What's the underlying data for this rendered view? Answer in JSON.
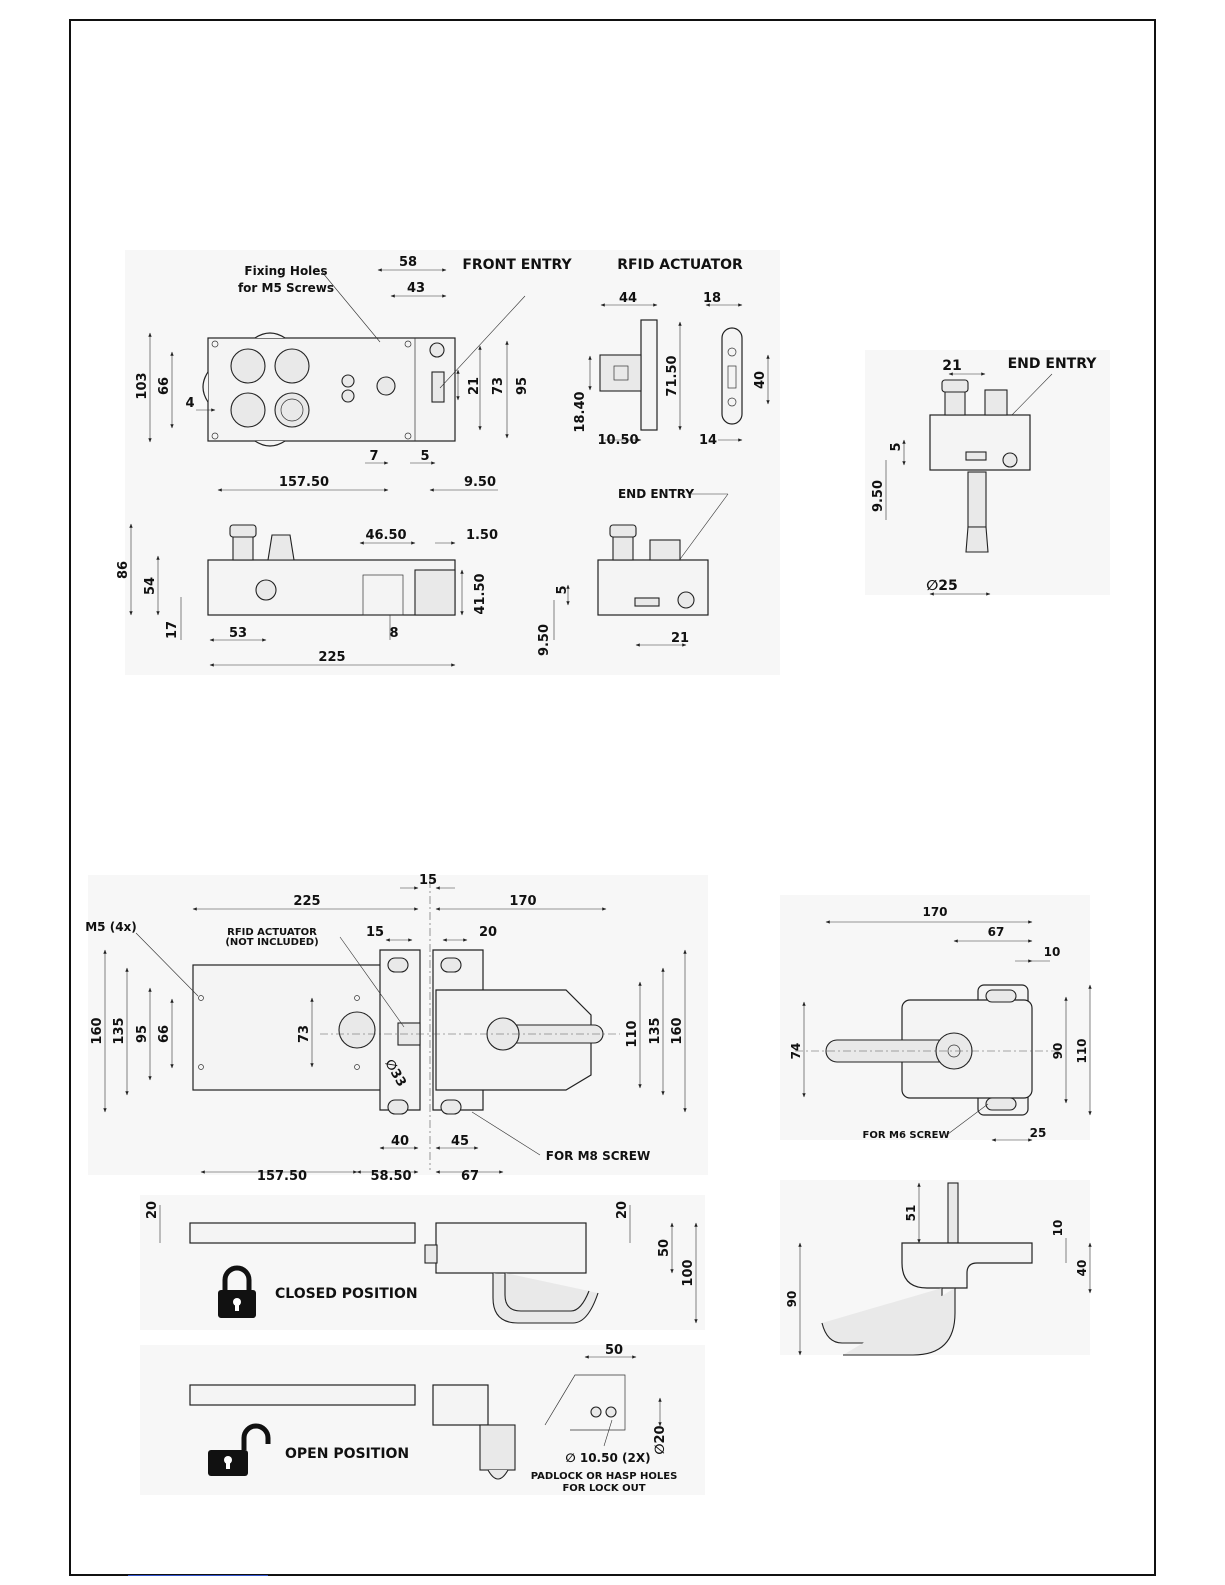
{
  "top_views": {
    "fixing_holes_note": [
      "Fixing Holes",
      "for M5 Screws"
    ],
    "front_entry": "FRONT ENTRY",
    "rfid_actuator": "RFID ACTUATOR",
    "end_entry_top": "END ENTRY",
    "end_entry_side": "END ENTRY",
    "dims": {
      "d58": "58",
      "d43": "43",
      "d103": "103",
      "d66": "66",
      "d4": "4",
      "d21": "21",
      "d73": "73",
      "d95": "95",
      "d7": "7",
      "d5": "5",
      "d157_50": "157.50",
      "d9_50": "9.50",
      "d44": "44",
      "d71_50": "71.50",
      "d18_40": "18.40",
      "d10_50": "10.50",
      "d18": "18",
      "d40": "40",
      "d14": "14",
      "d86": "86",
      "d54": "54",
      "d17": "17",
      "d53": "53",
      "d225": "225",
      "d46_50": "46.50",
      "d1_50": "1.50",
      "d41_50": "41.50",
      "d8": "8",
      "ee_5": "5",
      "ee_9_50": "9.50",
      "ee_21": "21",
      "side_21": "21",
      "side_5": "5",
      "side_9_50": "9.50",
      "side_d25": "∅25"
    }
  },
  "bottom_views": {
    "m5_note": "M5 (4x)",
    "rfid_note": [
      "RFID ACTUATOR",
      "(NOT INCLUDED)"
    ],
    "m8_note": "FOR M8 SCREW",
    "m6_note": "FOR M6 SCREW",
    "closed_position": "CLOSED POSITION",
    "open_position": "OPEN POSITION",
    "padlock_dia": "∅ 10.50 (2X)",
    "padlock_note": [
      "PADLOCK OR HASP HOLES",
      "FOR LOCK OUT"
    ],
    "dims": {
      "b225": "225",
      "b15a": "15",
      "b170": "170",
      "b15b": "15",
      "b20a": "20",
      "b160L": "160",
      "b135L": "135",
      "b95": "95",
      "b66": "66",
      "b73": "73",
      "b33": "∅33",
      "b110R": "110",
      "b135R": "135",
      "b160R": "160",
      "b40": "40",
      "b45": "45",
      "b157_50": "157.50",
      "b58_50": "58.50",
      "b67": "67",
      "c20L": "20",
      "c20R": "20",
      "c50": "50",
      "c100": "100",
      "o50": "50",
      "o20": "∅20",
      "r170": "170",
      "r67": "67",
      "r10": "10",
      "r74": "74",
      "r90": "90",
      "r110": "110",
      "r25": "25",
      "s51": "51",
      "s10": "10",
      "s40": "40",
      "s90": "90"
    }
  }
}
